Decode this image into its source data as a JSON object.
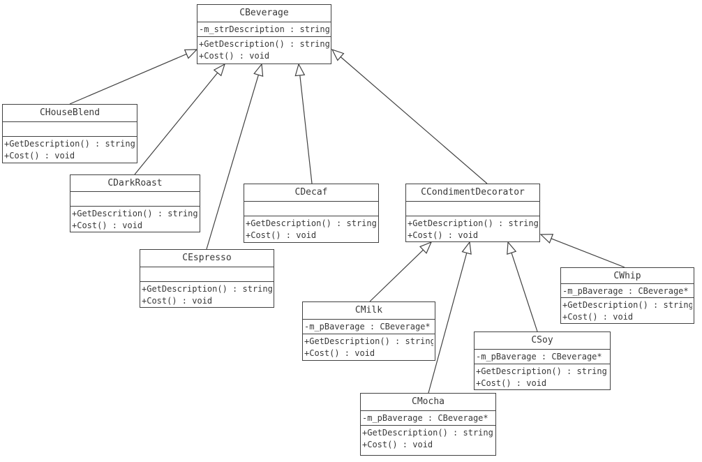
{
  "diagram": {
    "type": "uml-class-diagram",
    "colors": {
      "line": "#404040",
      "text": "#383838",
      "box_fill": "#ffffff",
      "background": "#ffffff"
    },
    "classes": [
      {
        "name": "CBeverage",
        "attributes": [
          "-m_strDescription : string"
        ],
        "methods": [
          "+GetDescription() : string",
          "+Cost() : void"
        ]
      },
      {
        "name": "CHouseBlend",
        "attributes": [],
        "methods": [
          "+GetDescription() : string",
          "+Cost() : void"
        ]
      },
      {
        "name": "CDarkRoast",
        "attributes": [],
        "methods": [
          "+GetDescrition() : string",
          "+Cost() : void"
        ]
      },
      {
        "name": "CEspresso",
        "attributes": [],
        "methods": [
          "+GetDescription() : string",
          "+Cost() : void"
        ]
      },
      {
        "name": "CDecaf",
        "attributes": [],
        "methods": [
          "+GetDescription() : string",
          "+Cost() : void"
        ]
      },
      {
        "name": "CCondimentDecorator",
        "attributes": [],
        "methods": [
          "+GetDescription() : string",
          "+Cost() : void"
        ]
      },
      {
        "name": "CMilk",
        "attributes": [
          "-m_pBaverage : CBeverage*"
        ],
        "methods": [
          "+GetDescription() : string",
          "+Cost() : void"
        ]
      },
      {
        "name": "CMocha",
        "attributes": [
          "-m_pBaverage : CBeverage*"
        ],
        "methods": [
          "+GetDescription() : string",
          "+Cost() : void"
        ]
      },
      {
        "name": "CSoy",
        "attributes": [
          "-m_pBaverage : CBeverage*"
        ],
        "methods": [
          "+GetDescription() : string",
          "+Cost() : void"
        ]
      },
      {
        "name": "CWhip",
        "attributes": [
          "-m_pBaverage : CBeverage*"
        ],
        "methods": [
          "+GetDescription() : string",
          "+Cost() : void"
        ]
      }
    ],
    "relations": [
      {
        "from": "CHouseBlend",
        "to": "CBeverage",
        "type": "generalization"
      },
      {
        "from": "CDarkRoast",
        "to": "CBeverage",
        "type": "generalization"
      },
      {
        "from": "CEspresso",
        "to": "CBeverage",
        "type": "generalization"
      },
      {
        "from": "CDecaf",
        "to": "CBeverage",
        "type": "generalization"
      },
      {
        "from": "CCondimentDecorator",
        "to": "CBeverage",
        "type": "generalization"
      },
      {
        "from": "CMilk",
        "to": "CCondimentDecorator",
        "type": "generalization"
      },
      {
        "from": "CMocha",
        "to": "CCondimentDecorator",
        "type": "generalization"
      },
      {
        "from": "CSoy",
        "to": "CCondimentDecorator",
        "type": "generalization"
      },
      {
        "from": "CWhip",
        "to": "CCondimentDecorator",
        "type": "generalization"
      }
    ]
  }
}
